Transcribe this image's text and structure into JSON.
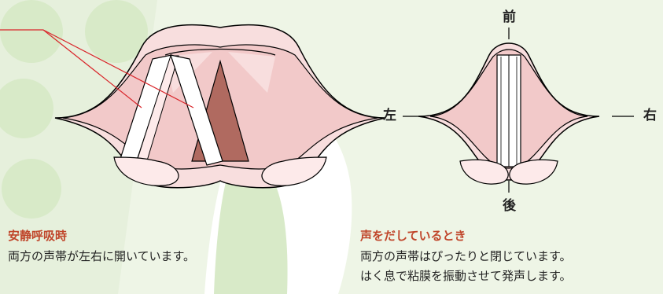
{
  "directions": {
    "front": "前",
    "back": "後",
    "left": "左",
    "right": "右"
  },
  "panels": {
    "rest": {
      "heading": "安静呼吸時",
      "description": "両方の声帯が左右に開いています。"
    },
    "voice": {
      "heading": "声をだしているとき",
      "description_lines": [
        "両方の声帯はぴったりと閉じています。",
        "はく息で粘膜を振動させて発声します。"
      ]
    }
  },
  "colors": {
    "background": "#eef5e6",
    "decor": "#d8eac8",
    "white": "#ffffff",
    "fold_outer": "#f8dede",
    "fold_inner": "#f2c9c9",
    "glottis_open": "#b06a60",
    "leader_line": "#d9262b",
    "heading": "#c0452a"
  }
}
